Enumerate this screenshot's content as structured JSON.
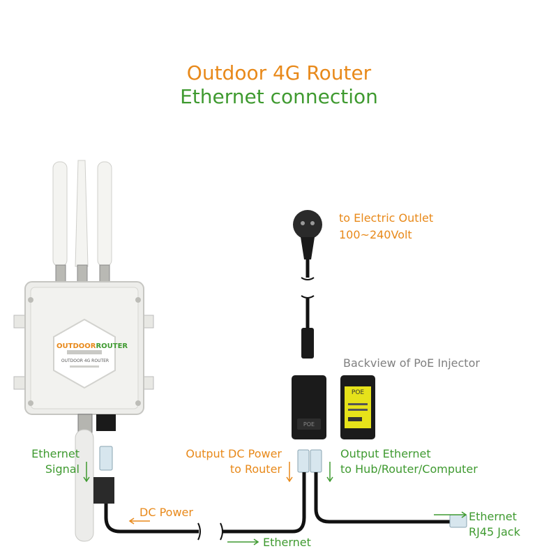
{
  "title": "Outdoor 4G Router",
  "subtitle": "Ethernet connection",
  "labels": {
    "electric_outlet": "to Electric Outlet",
    "voltage": "100~240Volt",
    "backview": "Backview of PoE Injector",
    "ethernet_signal_1": "Ethernet",
    "ethernet_signal_2": "Signal",
    "output_dc_1": "Output DC Power",
    "output_dc_2": "to Router",
    "output_eth_1": "Output Ethernet",
    "output_eth_2": "to Hub/Router/Computer",
    "dc_power": "DC Power",
    "ethernet_bottom": "Ethernet",
    "rj45_1": "Ethernet",
    "rj45_2": "RJ45 Jack"
  },
  "router": {
    "brand_a": "OUTDOOR",
    "brand_b": "ROUTER",
    "model": "OUTDOOR 4G ROUTER"
  },
  "injector": {
    "front_label": "POE",
    "back_label": "POE"
  },
  "colors": {
    "orange": "#e8891a",
    "green": "#3f9a30",
    "gray": "#808080",
    "cable": "#111111",
    "injector_label": "#e6e21a"
  }
}
